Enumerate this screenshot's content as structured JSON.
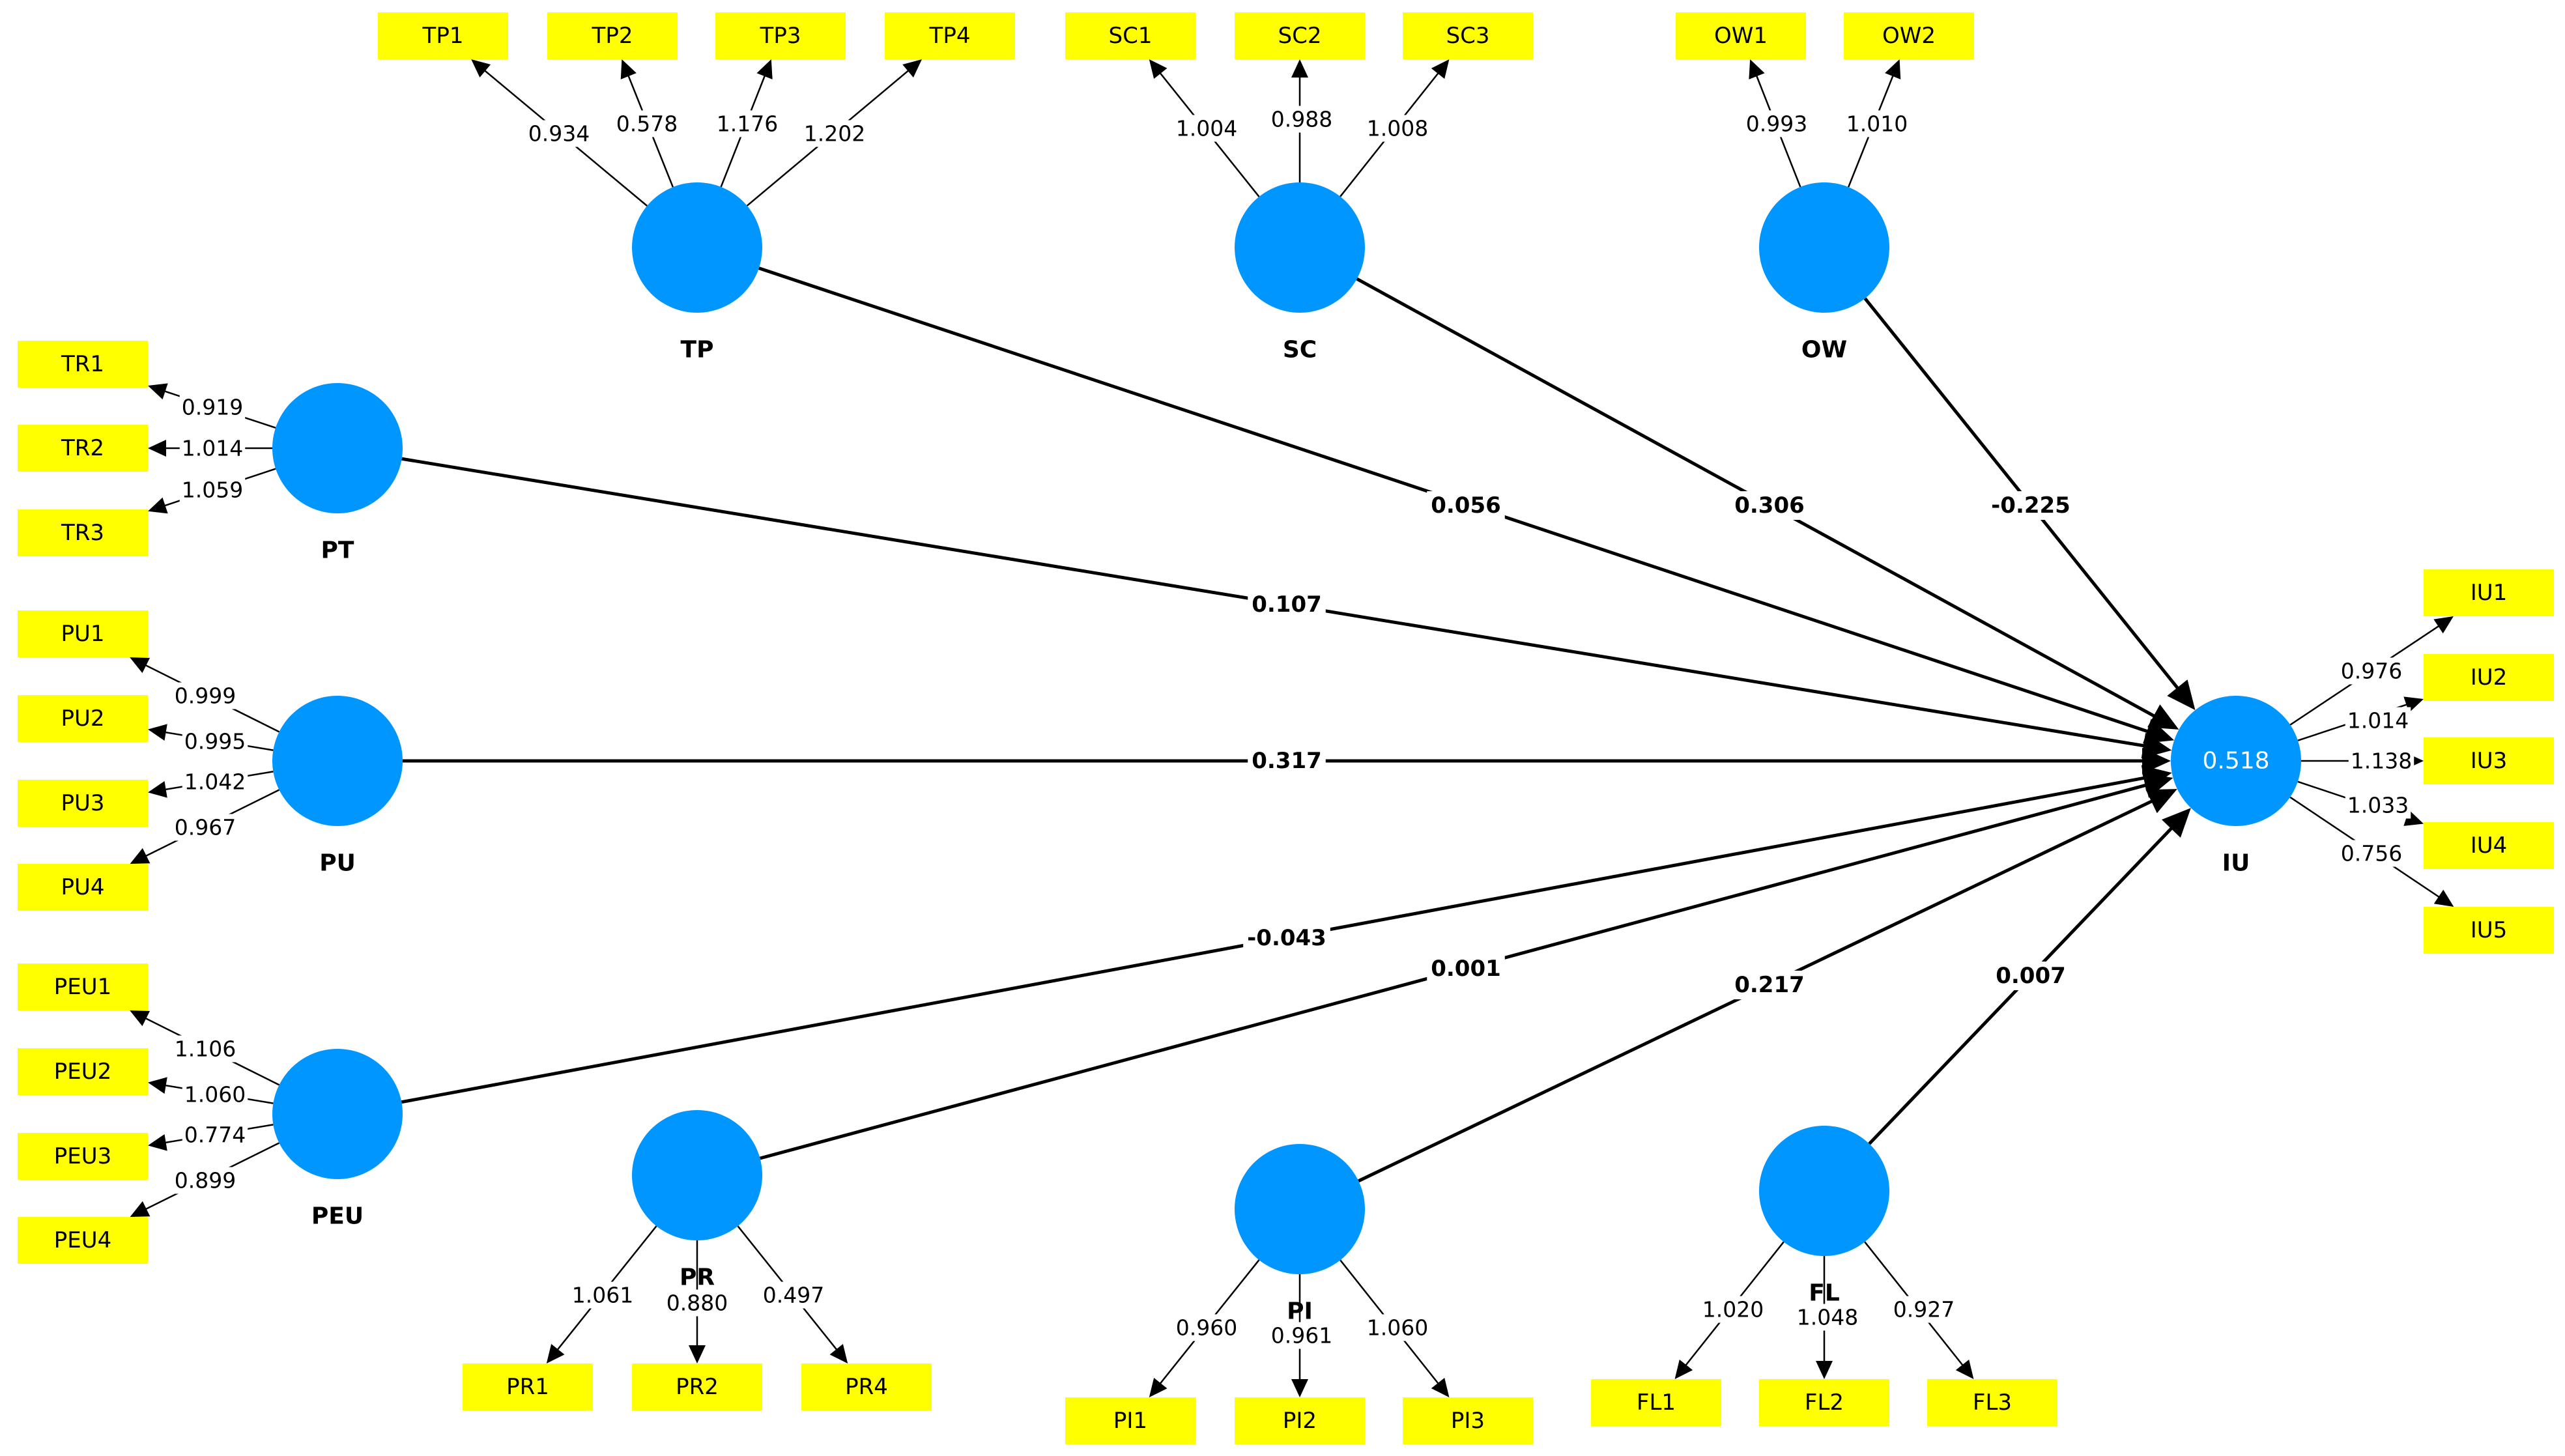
{
  "constructs": [
    {
      "id": "TP",
      "name": "TP"
    },
    {
      "id": "SC",
      "name": "SC"
    },
    {
      "id": "OW",
      "name": "OW"
    },
    {
      "id": "PT",
      "name": "PT"
    },
    {
      "id": "PU",
      "name": "PU"
    },
    {
      "id": "PEU",
      "name": "PEU"
    },
    {
      "id": "PR",
      "name": "PR"
    },
    {
      "id": "PI",
      "name": "PI"
    },
    {
      "id": "FL",
      "name": "FL"
    },
    {
      "id": "IU",
      "name": "IU",
      "r2": "0.518"
    }
  ],
  "indicators": [
    {
      "construct": "TP",
      "name": "TP1",
      "loading": "0.934"
    },
    {
      "construct": "TP",
      "name": "TP2",
      "loading": "0.578"
    },
    {
      "construct": "TP",
      "name": "TP3",
      "loading": "1.176"
    },
    {
      "construct": "TP",
      "name": "TP4",
      "loading": "1.202"
    },
    {
      "construct": "SC",
      "name": "SC1",
      "loading": "1.004"
    },
    {
      "construct": "SC",
      "name": "SC2",
      "loading": "0.988"
    },
    {
      "construct": "SC",
      "name": "SC3",
      "loading": "1.008"
    },
    {
      "construct": "OW",
      "name": "OW1",
      "loading": "0.993"
    },
    {
      "construct": "OW",
      "name": "OW2",
      "loading": "1.010"
    },
    {
      "construct": "PT",
      "name": "TR1",
      "loading": "0.919"
    },
    {
      "construct": "PT",
      "name": "TR2",
      "loading": "1.014"
    },
    {
      "construct": "PT",
      "name": "TR3",
      "loading": "1.059"
    },
    {
      "construct": "PU",
      "name": "PU1",
      "loading": "0.999"
    },
    {
      "construct": "PU",
      "name": "PU2",
      "loading": "0.995"
    },
    {
      "construct": "PU",
      "name": "PU3",
      "loading": "1.042"
    },
    {
      "construct": "PU",
      "name": "PU4",
      "loading": "0.967"
    },
    {
      "construct": "PEU",
      "name": "PEU1",
      "loading": "1.106"
    },
    {
      "construct": "PEU",
      "name": "PEU2",
      "loading": "1.060"
    },
    {
      "construct": "PEU",
      "name": "PEU3",
      "loading": "0.774"
    },
    {
      "construct": "PEU",
      "name": "PEU4",
      "loading": "0.899"
    },
    {
      "construct": "PR",
      "name": "PR1",
      "loading": "1.061"
    },
    {
      "construct": "PR",
      "name": "PR2",
      "loading": "0.880"
    },
    {
      "construct": "PR",
      "name": "PR4",
      "loading": "0.497"
    },
    {
      "construct": "PI",
      "name": "PI1",
      "loading": "0.960"
    },
    {
      "construct": "PI",
      "name": "PI2",
      "loading": "0.961"
    },
    {
      "construct": "PI",
      "name": "PI3",
      "loading": "1.060"
    },
    {
      "construct": "FL",
      "name": "FL1",
      "loading": "1.020"
    },
    {
      "construct": "FL",
      "name": "FL2",
      "loading": "1.048"
    },
    {
      "construct": "FL",
      "name": "FL3",
      "loading": "0.927"
    },
    {
      "construct": "IU",
      "name": "IU1",
      "loading": "0.976"
    },
    {
      "construct": "IU",
      "name": "IU2",
      "loading": "1.014"
    },
    {
      "construct": "IU",
      "name": "IU3",
      "loading": "1.138"
    },
    {
      "construct": "IU",
      "name": "IU4",
      "loading": "1.033"
    },
    {
      "construct": "IU",
      "name": "IU5",
      "loading": "0.756"
    }
  ],
  "paths": [
    {
      "from": "TP",
      "to": "IU",
      "coefficient": "0.056"
    },
    {
      "from": "SC",
      "to": "IU",
      "coefficient": "0.306"
    },
    {
      "from": "OW",
      "to": "IU",
      "coefficient": "-0.225"
    },
    {
      "from": "PT",
      "to": "IU",
      "coefficient": "0.107"
    },
    {
      "from": "PU",
      "to": "IU",
      "coefficient": "0.317"
    },
    {
      "from": "PEU",
      "to": "IU",
      "coefficient": "-0.043"
    },
    {
      "from": "PR",
      "to": "IU",
      "coefficient": "0.001"
    },
    {
      "from": "PI",
      "to": "IU",
      "coefficient": "0.217"
    },
    {
      "from": "FL",
      "to": "IU",
      "coefficient": "0.007"
    }
  ],
  "colors": {
    "construct_fill": "#0096ff",
    "indicator_fill": "#ffff00",
    "r2_text": "#ffffff",
    "line": "#000000"
  }
}
